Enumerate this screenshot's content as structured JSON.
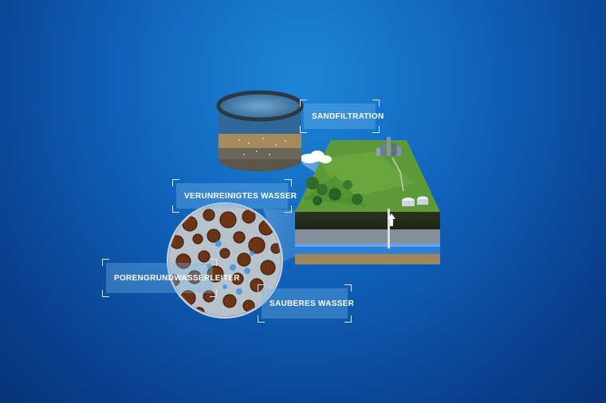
{
  "labels": {
    "sandfiltration": "SANDFILTRATION",
    "contaminated_water": "VERUNREINIGTES WASSER",
    "pore_aquifer": "PORENGRUNDWASSERLEITER",
    "clean_water": "SAUBERES WASSER"
  },
  "colors": {
    "background": "#0f5fb6",
    "label_fill": "#78b9eb",
    "grass": "#5f9a3a",
    "soil": "#2f3a22",
    "gravel": "#7a8590",
    "water_layer": "#2f7fd6",
    "sediment": "#b49a6a",
    "particle": "#6b3414"
  }
}
